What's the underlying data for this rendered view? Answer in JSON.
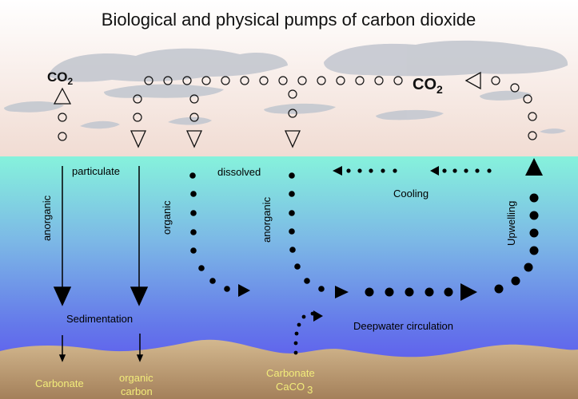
{
  "title": "Biological and physical pumps of carbon dioxide",
  "co2_left": {
    "base": "CO",
    "sub": "2"
  },
  "co2_right": {
    "base": "CO",
    "sub": "2"
  },
  "labels": {
    "particulate": "particulate",
    "dissolved": "dissolved",
    "anorganic_left": "anorganic",
    "organic": "organic",
    "anorganic_mid": "anorganic",
    "cooling": "Cooling",
    "upwelling": "Upwelling",
    "sedimentation": "Sedimentation",
    "deepwater": "Deepwater circulation",
    "carbonate_left": "Carbonate",
    "organic_carbon_1": "organic",
    "organic_carbon_2": "carbon",
    "carbonate_mid": "Carbonate",
    "caco3_base": "CaCO",
    "caco3_sub": "3"
  },
  "colors": {
    "sky_top": "#ffffff",
    "sky_bottom": "#f1dcd3",
    "sea_top": "#86f2dc",
    "sea_mid": "#6f8be8",
    "sea_bottom": "#5b47f0",
    "seabed": "#c9a97d",
    "seabed_dark": "#a07f5a",
    "cloud": "#c9ccd4",
    "bottom_text": "#f2ec7a"
  }
}
